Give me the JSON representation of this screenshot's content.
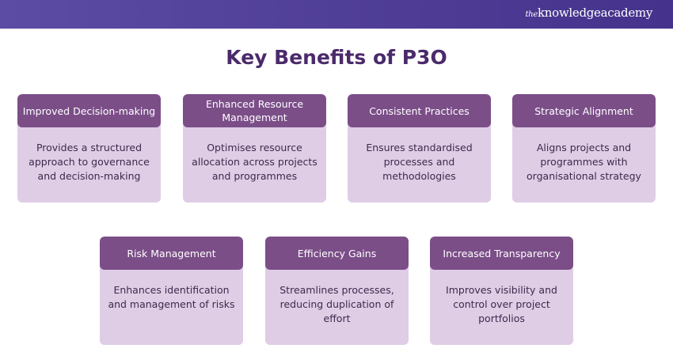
{
  "brand": {
    "the": "the",
    "name": "knowledgeacademy"
  },
  "title": "Key Benefits of P3O",
  "cards": [
    {
      "title": "Improved Decision-making",
      "text": "Provides a structured approach to governance and decision-making"
    },
    {
      "title": "Enhanced Resource Management",
      "text": "Optimises resource allocation across projects and programmes"
    },
    {
      "title": "Consistent Practices",
      "text": "Ensures standardised processes and methodologies"
    },
    {
      "title": "Strategic Alignment",
      "text": "Aligns projects and programmes with organisational strategy"
    },
    {
      "title": "Risk Management",
      "text": "Enhances identification and management of risks"
    },
    {
      "title": "Efficiency Gains",
      "text": "Streamlines processes, reducing duplication of effort"
    },
    {
      "title": "Increased Transparency",
      "text": "Improves visibility and control over project portfolios"
    }
  ]
}
